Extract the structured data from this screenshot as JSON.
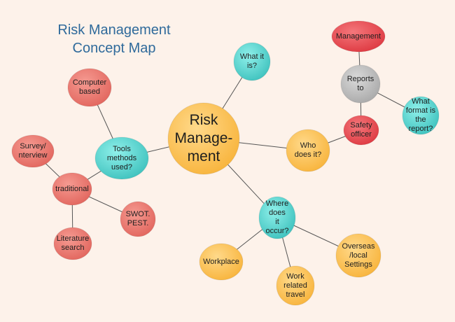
{
  "title_lines": [
    "Risk Management",
    "Concept Map"
  ],
  "nodes": {
    "center": "Risk\nManage-\nment",
    "what": "What it\nis?",
    "tools": "Tools\nmethods\nused?",
    "who": "Who\ndoes it?",
    "where": "Where\ndoes\nit\noccur?",
    "computer": "Computer\nbased",
    "survey": "Survey/\nnterview",
    "traditional": "traditional",
    "swot": "SWOT.\nPEST.",
    "literature": "Literature\nsearch",
    "management": "Management",
    "reports": "Reports\nto",
    "format": "What\nformat is\nthe\nreport?",
    "safety": "Safety\nofficer",
    "workplace": "Workplace",
    "travel": "Work\nrelated\ntravel",
    "overseas": "Overseas\n/local\nSettings"
  },
  "colors": {
    "background": "#fdf2ea",
    "title": "#2f6a9b",
    "orange": "#fdc35a",
    "teal": "#5fd6d1",
    "salmon": "#ec7c73",
    "red": "#e94f55",
    "gray": "#c0c0c0",
    "line": "#555555"
  }
}
